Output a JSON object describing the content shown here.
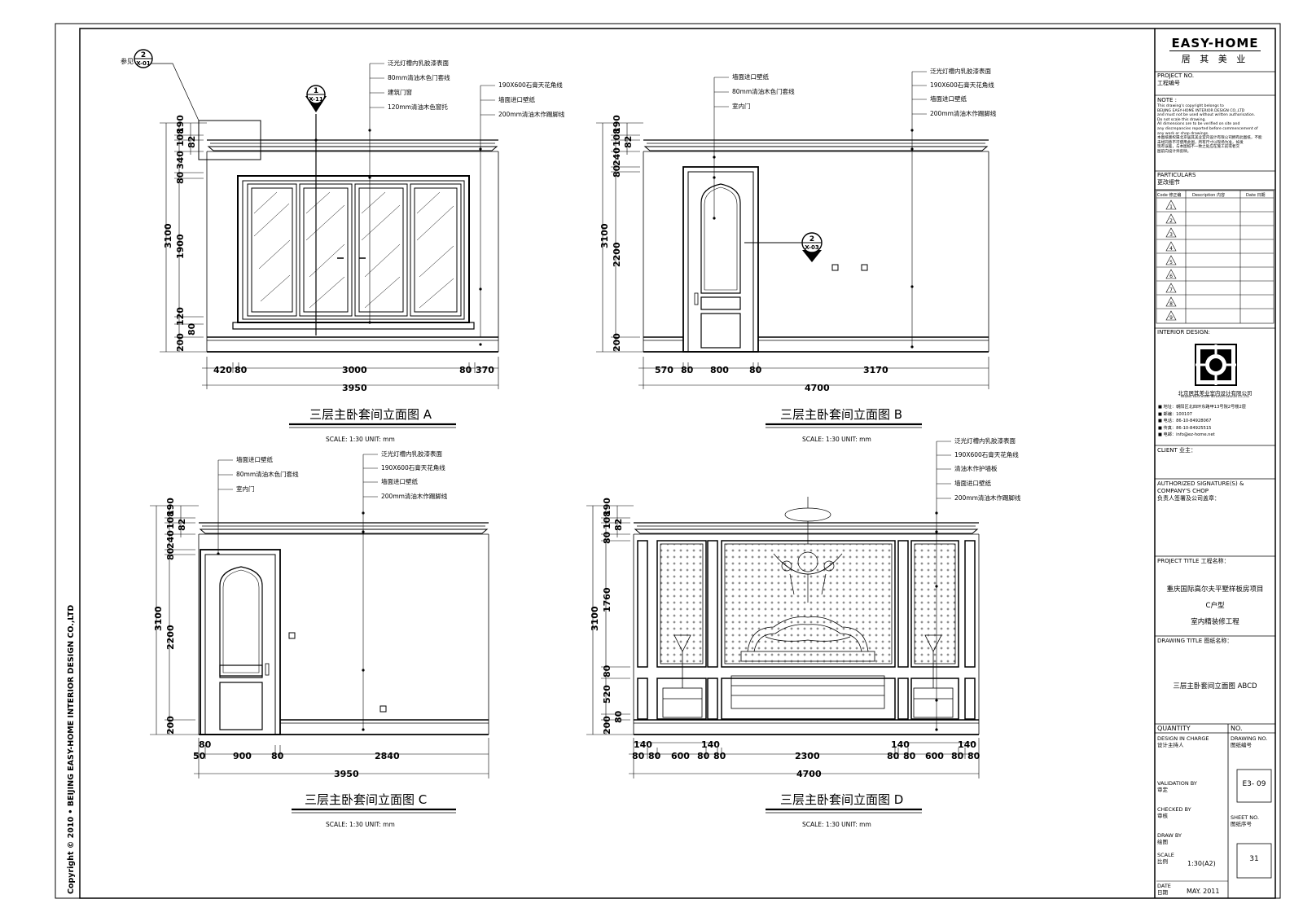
{
  "copyright": "Copyright © 2010 • BEIJING EASY-HOME INTERIOR DESIGN CO.,LTD",
  "title_block": {
    "brand_en": "EASY-HOME",
    "brand_cn": "居 其 美 业",
    "project_no_label": "PROJECT NO.",
    "project_no_cn": "工程编号",
    "note_label": "NOTE :",
    "note_lines": [
      "This drawing's copyright belongs to",
      "BEIJING EASY-HOME INTERIOR DESIGN CO.,LTD",
      "and must not be used without written authorisation.",
      "Do not scale this drawing.",
      "All dimensions are to be verified on site and",
      "any discrepancies reported before commencement of",
      "any work or shop drawings.",
      "本图纸版权属北京居其美业室内设计有限公司拥有此图纸，不能",
      "未经同意不可使用此图，所有尺寸以现场为准，如发",
      "现有误差，与本图纸不一致之处应在施工前或者交",
      "图前向设计师反映。"
    ],
    "particulars_label": "PARTICULARS",
    "particulars_cn": "更改细节",
    "rev_headers": [
      "Code 修正编",
      "Description 内容",
      "Date 日期"
    ],
    "rev_codes": [
      "1",
      "2",
      "3",
      "4",
      "5",
      "6",
      "7",
      "8",
      "9"
    ],
    "interior_design_label": "INTERIOR DESIGN:",
    "company_cn": "北京居其美业室内设计有限公司",
    "company_en": "BEIJING EASY-HOME INTERIOR DESIGN CO.,LTD",
    "contacts": [
      "■ 地址：朝阳区北四环东路甲13号院2号楼2层",
      "■ 邮编：100107",
      "■ 电话：86-10-84928067",
      "■ 传真：86-10-84925515",
      "■ 电邮：info@ez-home.net"
    ],
    "client_label": "CLIENT 业主：",
    "auth_label_1": "AUTHORIZED SIGNATURE(S) &",
    "auth_label_2": "COMPANY'S CHOP",
    "auth_cn": "负责人签署及公司盖章：",
    "project_title_label": "PROJECT TITLE 工程名称：",
    "project_title_lines": [
      "重庆国际高尔夫平墅样板房项目",
      "C户型",
      "室内精装修工程"
    ],
    "drawing_title_label": "DRAWING TITLE 图纸名称：",
    "drawing_title": "三层主卧套间立面图 ABCD",
    "quantity_label": "QUANTITY",
    "no_label": "NO.",
    "design_in_charge": "DESIGN IN CHARGE",
    "design_in_charge_cn": "设计主持人",
    "drawing_no_label": "DRAWING NO.",
    "drawing_no_cn": "图纸编号",
    "drawing_no": "E3- 09",
    "validation_by": "VALIDATION BY",
    "validation_cn": "审定",
    "checked_by": "CHECKED BY",
    "checked_cn": "审核",
    "sheet_no_label": "SHEET NO.",
    "sheet_no_cn": "图纸序号",
    "draw_by": "DRAW BY",
    "draw_cn": "绘图",
    "scale_label": "SCALE",
    "scale_cn": "比例",
    "scale_value": "1:30(A2)",
    "sheet_no": "31",
    "date_label": "DATE",
    "date_cn": "日期",
    "date_value": "MAY. 2011"
  },
  "elevations": {
    "A": {
      "title": "三层主卧套间立面图 A",
      "scale": "SCALE: 1:30   UNIT: mm",
      "ref_text": "参见",
      "ref_top": "2",
      "ref_bottom": "X-01",
      "section_top": "1",
      "section_bottom": "X-11",
      "notes_right": [
        "泛光灯槽内乳胶漆表面",
        "80mm清油木色门套线",
        "建筑门窗",
        "120mm清油木色窗托"
      ],
      "notes_far": [
        "190X600石膏天花角线",
        "墙面进口壁纸",
        "200mm清油木作踢脚线"
      ],
      "vdims": [
        "190",
        "108",
        "82",
        "340",
        "80",
        "1900",
        "120",
        "80",
        "200",
        "3100"
      ],
      "hdims": [
        "420",
        "80",
        "3000",
        "80",
        "370"
      ],
      "total": "3950"
    },
    "B": {
      "title": "三层主卧套间立面图 B",
      "scale": "SCALE: 1:30   UNIT: mm",
      "notes_left": [
        "墙面进口壁纸",
        "80mm清油木色门套线",
        "室内门"
      ],
      "notes_right": [
        "泛光灯槽内乳胶漆表面",
        "190X600石膏天花角线",
        "墙面进口壁纸",
        "200mm清油木作踢脚线"
      ],
      "section_top": "2",
      "section_bottom": "X-03",
      "vdims": [
        "190",
        "108",
        "82",
        "240",
        "80",
        "2200",
        "200",
        "3100"
      ],
      "hdims": [
        "570",
        "80",
        "800",
        "80",
        "3170"
      ],
      "total": "4700"
    },
    "C": {
      "title": "三层主卧套间立面图 C",
      "scale": "SCALE: 1:30   UNIT: mm",
      "notes_left": [
        "墙面进口壁纸",
        "80mm清油木色门套线",
        "室内门"
      ],
      "notes_right": [
        "泛光灯槽内乳胶漆表面",
        "190X600石膏天花角线",
        "墙面进口壁纸",
        "200mm清油木作踢脚线"
      ],
      "vdims": [
        "190",
        "108",
        "82",
        "240",
        "80",
        "2200",
        "200",
        "3100"
      ],
      "hdims": [
        "80",
        "50",
        "900",
        "80",
        "2840"
      ],
      "total": "3950"
    },
    "D": {
      "title": "三层主卧套间立面图 D",
      "scale": "SCALE: 1:30   UNIT: mm",
      "notes_right": [
        "泛光灯槽内乳胶漆表面",
        "190X600石膏天花角线",
        "清油木作护墙板",
        "墙面进口壁纸",
        "200mm清油木作踢脚线"
      ],
      "vdims": [
        "190",
        "108",
        "82",
        "80",
        "1760",
        "80",
        "520",
        "80",
        "200",
        "3100"
      ],
      "hdims_top": [
        "140",
        "140",
        "140",
        "140"
      ],
      "hdims": [
        "80",
        "80",
        "600",
        "80",
        "80",
        "2300",
        "80",
        "80",
        "600",
        "80",
        "80"
      ],
      "total": "4700"
    }
  }
}
